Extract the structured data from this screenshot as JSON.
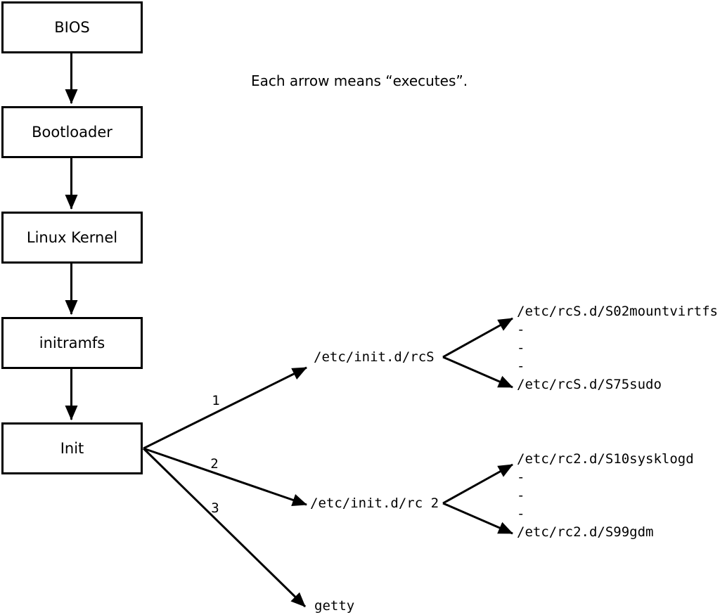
{
  "note": "Each arrow means “executes”.",
  "chain": [
    "BIOS",
    "Bootloader",
    "Linux Kernel",
    "initramfs",
    "Init"
  ],
  "branches": [
    {
      "number": "1",
      "target": "/etc/init.d/rcS",
      "children": [
        "/etc/rcS.d/S02mountvirtfs",
        "-",
        "-",
        "-",
        "/etc/rcS.d/S75sudo"
      ]
    },
    {
      "number": "2",
      "target": "/etc/init.d/rc 2",
      "children": [
        "/etc/rc2.d/S10sysklogd",
        "-",
        "-",
        "-",
        "/etc/rc2.d/S99gdm"
      ]
    },
    {
      "number": "3",
      "target": "getty",
      "children": []
    }
  ],
  "colors": {
    "ink": "#000000",
    "background": "#ffffff"
  }
}
